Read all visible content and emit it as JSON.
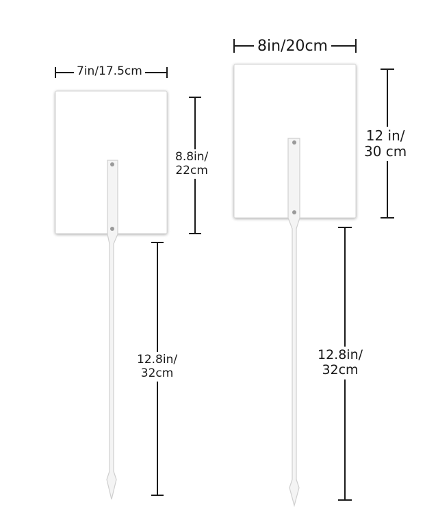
{
  "labels": {
    "small_width_line": "7in/17.5cm",
    "small_height_line1": "8.8in/",
    "small_height_line2": "22cm",
    "small_stake_line1": "12.8in/",
    "small_stake_line2": "32cm",
    "large_width_line": "8in/20cm",
    "large_height_line1": "12 in/",
    "large_height_line2": "30 cm",
    "large_stake_line1": "12.8in/",
    "large_stake_line2": "32cm"
  },
  "colors": {
    "sign_face": "#ffffff",
    "sign_edge": "#d6d6d6",
    "stake": "#f4f4f4",
    "stake_edge": "#cfcfcf",
    "rivet": "#9a9a9a",
    "dimension_line": "#1a1a1a"
  }
}
